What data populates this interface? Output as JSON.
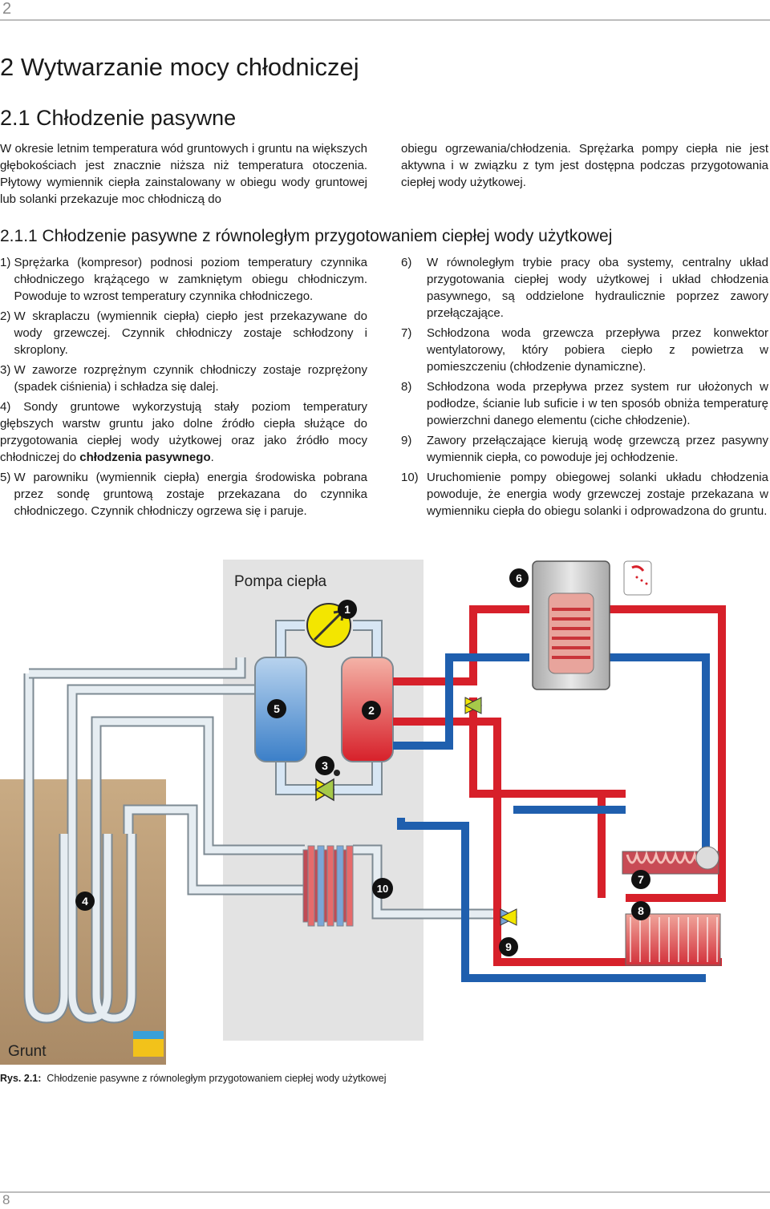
{
  "header": {
    "page_number_top": "2"
  },
  "chapter_title": "2 Wytwarzanie mocy chłodniczej",
  "section_title": "2.1 Chłodzenie pasywne",
  "intro": {
    "left": "W okresie letnim temperatura wód gruntowych i gruntu na większych głębokościach jest znacznie niższa niż temperatura otoczenia. Płytowy wymiennik ciepła zainstalowany w obiegu wody gruntowej lub solanki przekazuje moc chłodniczą do",
    "right": "obiegu ogrzewania/chłodzenia. Sprężarka pompy ciepła nie jest aktywna i w związku z tym jest dostępna podczas przygotowania ciepłej wody użytkowej."
  },
  "subsection_title": "2.1.1 Chłodzenie pasywne z równoległym przygotowaniem ciepłej wody użytkowej",
  "items_left": [
    {
      "num": "1)",
      "text": "Sprężarka (kompresor) podnosi poziom temperatury czynnika chłodniczego krążącego w zamkniętym obiegu chłodniczym. Powoduje to wzrost temperatury czynnika chłodniczego."
    },
    {
      "num": "2)",
      "text": "W skraplaczu (wymiennik ciepła) ciepło jest przekazywane do wody grzewczej. Czynnik chłodniczy zostaje schłodzony i skroplony."
    },
    {
      "num": "3)",
      "text": "W zaworze rozprężnym czynnik chłodniczy zostaje rozprężony (spadek ciśnienia) i schładza się dalej."
    },
    {
      "num": "4)",
      "text_before": "Sondy gruntowe wykorzystują stały poziom temperatury głębszych warstw gruntu jako dolne źródło ciepła służące do przygotowania ciepłej wody użytkowej oraz jako źródło mocy chłodniczej do ",
      "text_bold": "chłodzenia pasywnego",
      "text_after": "."
    },
    {
      "num": "5)",
      "text": "W parowniku (wymiennik ciepła) energia środowiska pobrana przez sondę gruntową zostaje przekazana do czynnika chłodniczego. Czynnik chłodniczy ogrzewa się i paruje."
    }
  ],
  "items_right": [
    {
      "num": "6)",
      "text": "W równoległym trybie pracy oba systemy, centralny układ przygotowania ciepłej wody użytkowej i układ chłodzenia pasywnego, są oddzielone hydraulicznie poprzez zawory przełączające."
    },
    {
      "num": "7)",
      "text": "Schłodzona woda grzewcza przepływa przez konwektor wentylatorowy, który pobiera ciepło z powietrza w pomieszczeniu (chłodzenie dynamiczne)."
    },
    {
      "num": "8)",
      "text": "Schłodzona woda przepływa przez system rur ułożonych w podłodze, ścianie lub suficie i w ten sposób obniża temperaturę powierzchni danego elementu (ciche chłodzenie)."
    },
    {
      "num": "9)",
      "text": "Zawory przełączające kierują wodę grzewczą przez pasywny wymiennik ciepła, co powoduje jej ochłodzenie."
    },
    {
      "num": "10)",
      "text": "Uruchomienie pompy obiegowej solanki układu chłodzenia powoduje, że energia wody grzewczej zostaje przekazana w wymienniku ciepła do obiegu solanki i odprowadzona do gruntu."
    }
  ],
  "diagram": {
    "heat_pump_label": "Pompa ciepła",
    "ground_label": "Grunt",
    "markers": [
      "1",
      "2",
      "3",
      "4",
      "5",
      "6",
      "7",
      "8",
      "9",
      "10"
    ],
    "colors": {
      "hot": "#d7202a",
      "cold": "#1f5fae",
      "brine": "#c9d6df",
      "unit_bg": "#e3e3e3",
      "ground": "#c2a27b"
    }
  },
  "caption": {
    "label": "Rys. 2.1:",
    "text": "Chłodzenie pasywne z równoległym przygotowaniem ciepłej wody użytkowej"
  },
  "footer": {
    "page_number": "8"
  }
}
